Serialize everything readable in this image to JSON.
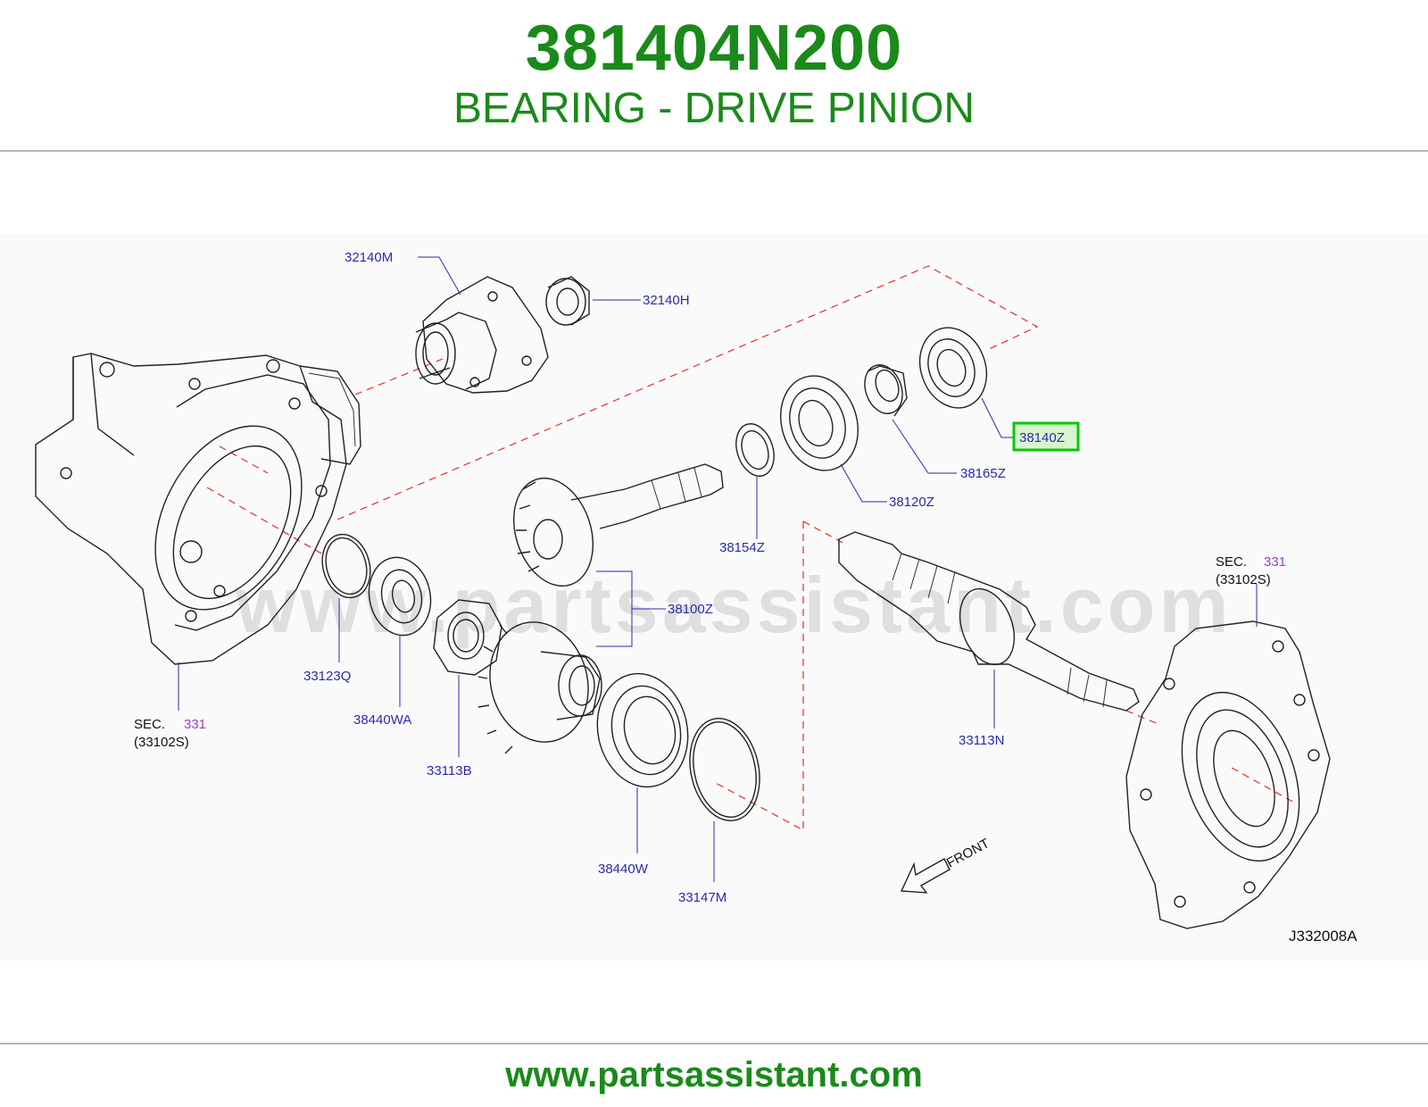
{
  "header": {
    "part_number": "381404N200",
    "part_name": "BEARING - DRIVE PINION"
  },
  "diagram": {
    "watermark": "www.partsassistant.com",
    "figure_code": "J332008A",
    "front_label": "FRONT",
    "highlighted_part": "38140Z",
    "callouts": {
      "c32140M": "32140M",
      "c32140H": "32140H",
      "c38140Z": "38140Z",
      "c38165Z": "38165Z",
      "c38120Z": "38120Z",
      "c38154Z": "38154Z",
      "c38100Z": "38100Z",
      "c33123Q": "33123Q",
      "c38440WA": "38440WA",
      "c33113B": "33113B",
      "c38440W": "38440W",
      "c33147M": "33147M",
      "c33113N": "33113N"
    },
    "sec_left": {
      "prefix": "SEC.",
      "number": "331",
      "code": "(33102S)"
    },
    "sec_right": {
      "prefix": "SEC.",
      "number": "331",
      "code": "(33102S)"
    },
    "colors": {
      "title_green": "#1a8a1a",
      "callout_blue": "#2b2bb0",
      "highlight_green": "#00cc00",
      "dash_red": "#e03030",
      "sec_purple": "#9a3fc9"
    }
  },
  "footer": {
    "url": "www.partsassistant.com"
  }
}
